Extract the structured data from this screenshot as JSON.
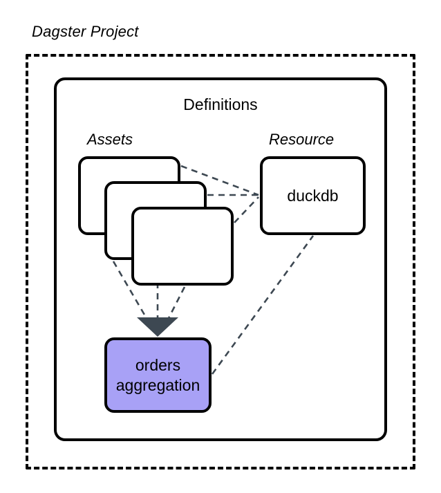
{
  "diagram": {
    "type": "architecture-diagram",
    "project": {
      "title": "Dagster Project",
      "boundary_style": "dashed"
    },
    "definitions": {
      "title": "Definitions"
    },
    "groups": {
      "assets_label": "Assets",
      "resource_label": "Resource"
    },
    "nodes": {
      "asset_card_1": {
        "label": ""
      },
      "asset_card_2": {
        "label": ""
      },
      "asset_card_3": {
        "label": ""
      },
      "resource": {
        "label": "duckdb"
      },
      "orders": {
        "label_line_1": "orders",
        "label_line_2": "aggregation",
        "fill_color": "#a8a1f6"
      }
    },
    "edges": [
      {
        "from": "asset_card_1",
        "to": "resource",
        "style": "dashed"
      },
      {
        "from": "asset_card_2",
        "to": "resource",
        "style": "dashed"
      },
      {
        "from": "asset_card_3",
        "to": "resource",
        "style": "dashed"
      },
      {
        "from": "orders",
        "to": "resource",
        "style": "dashed"
      },
      {
        "from": "asset_card_1",
        "to": "orders",
        "style": "dashed-arrow"
      },
      {
        "from": "asset_card_2",
        "to": "orders",
        "style": "dashed-arrow"
      },
      {
        "from": "asset_card_3",
        "to": "orders",
        "style": "dashed-arrow"
      }
    ],
    "colors": {
      "stroke": "#000000",
      "edge": "#3d4852",
      "asset_fill": "#ffffff",
      "highlight_fill": "#a8a1f6",
      "background": "#ffffff"
    }
  }
}
